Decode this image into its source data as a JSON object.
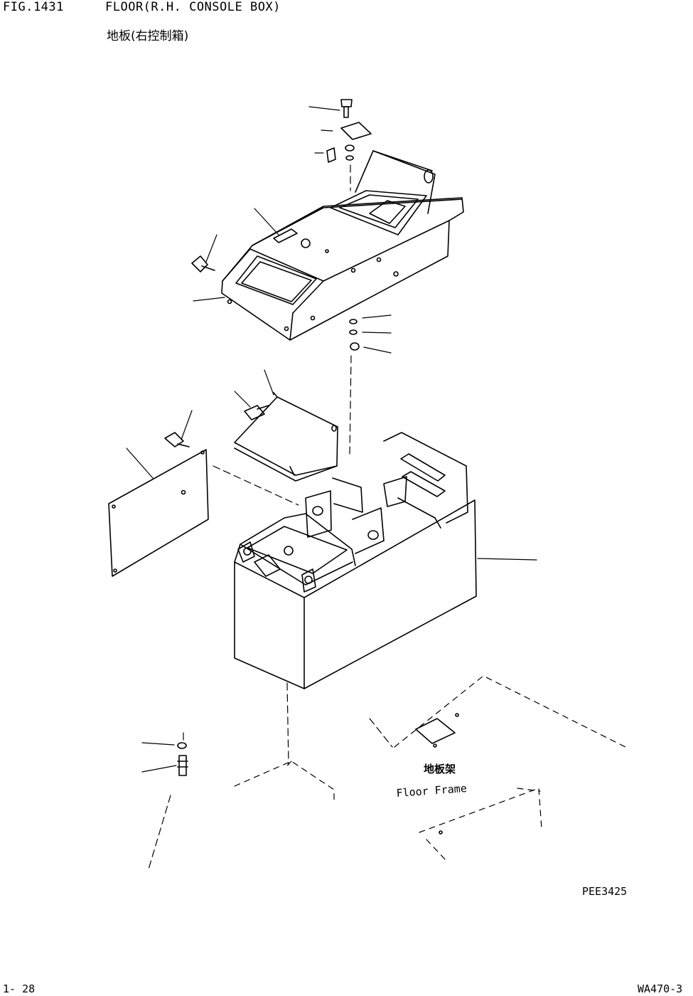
{
  "header": {
    "fig_number": "FIG.1431",
    "title_en": "FLOOR(R.H. CONSOLE BOX)",
    "title_cn": "地板(右控制箱)"
  },
  "diagram": {
    "floor_frame_label_cn": "地板架",
    "floor_frame_label_en": "Floor Frame",
    "drawing_code": "PEE3425"
  },
  "footer": {
    "page_number": "1- 28",
    "model": "WA470-3"
  }
}
